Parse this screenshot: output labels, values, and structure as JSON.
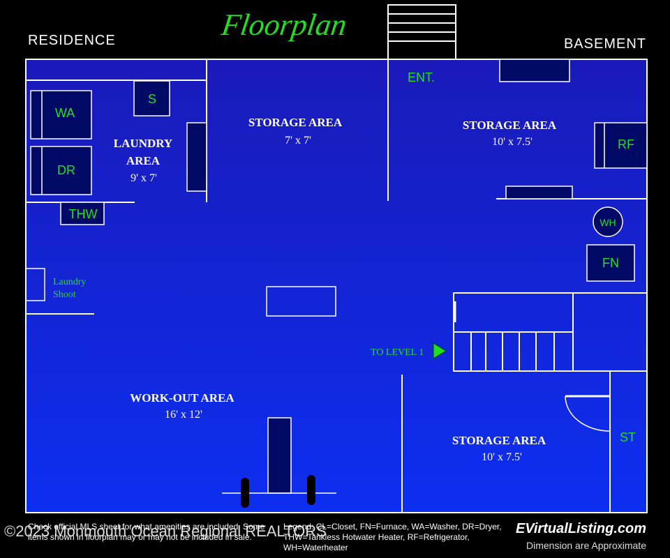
{
  "header": {
    "left_label": "RESIDENCE",
    "title": "Floorplan",
    "right_label": "BASEMENT"
  },
  "rooms": {
    "laundry": {
      "name_line1": "LAUNDRY",
      "name_line2": "AREA",
      "dim": "9' x 7'"
    },
    "storage_center": {
      "name": "STORAGE AREA",
      "dim": "7' x 7'"
    },
    "storage_top_right": {
      "name": "STORAGE AREA",
      "dim": "10' x 7.5'"
    },
    "workout": {
      "name": "WORK-OUT AREA",
      "dim": "16' x 12'"
    },
    "storage_bottom_right": {
      "name": "STORAGE AREA",
      "dim": "10' x 7.5'"
    }
  },
  "fixtures": {
    "washer": "WA",
    "dryer": "DR",
    "sink": "S",
    "tankless_heater": "THW",
    "refrigerator": "RF",
    "water_heater": "WH",
    "furnace": "FN",
    "stairs_closet": "ST",
    "entrance": "ENT.",
    "laundry_shoot_line1": "Laundry",
    "laundry_shoot_line2": "Shoot",
    "to_level": "TO LEVEL 1"
  },
  "colors": {
    "floor_top": "#1a1ab8",
    "floor_bottom": "#0d2ff0",
    "label_green": "#22dd22",
    "fixture_fill": "#000a66"
  },
  "footer": {
    "disclaimer": "Check official MLS sheet for what amenities are included. Some items shown in floorplan may or may not be included in sale.",
    "legend_line1": "Legend: CL=Closet, FN=Furnace, WA=Washer, DR=Dryer,",
    "legend_line2": "THW=Tankless Hotwater Heater, RF=Refrigerator,",
    "legend_line3": "WH=Waterheater",
    "copyright": "©2023 Monmouth Ocean Regional REALTORS",
    "brand": "EVirtualListing.com",
    "dimension_note": "Dimension are Approximate"
  }
}
